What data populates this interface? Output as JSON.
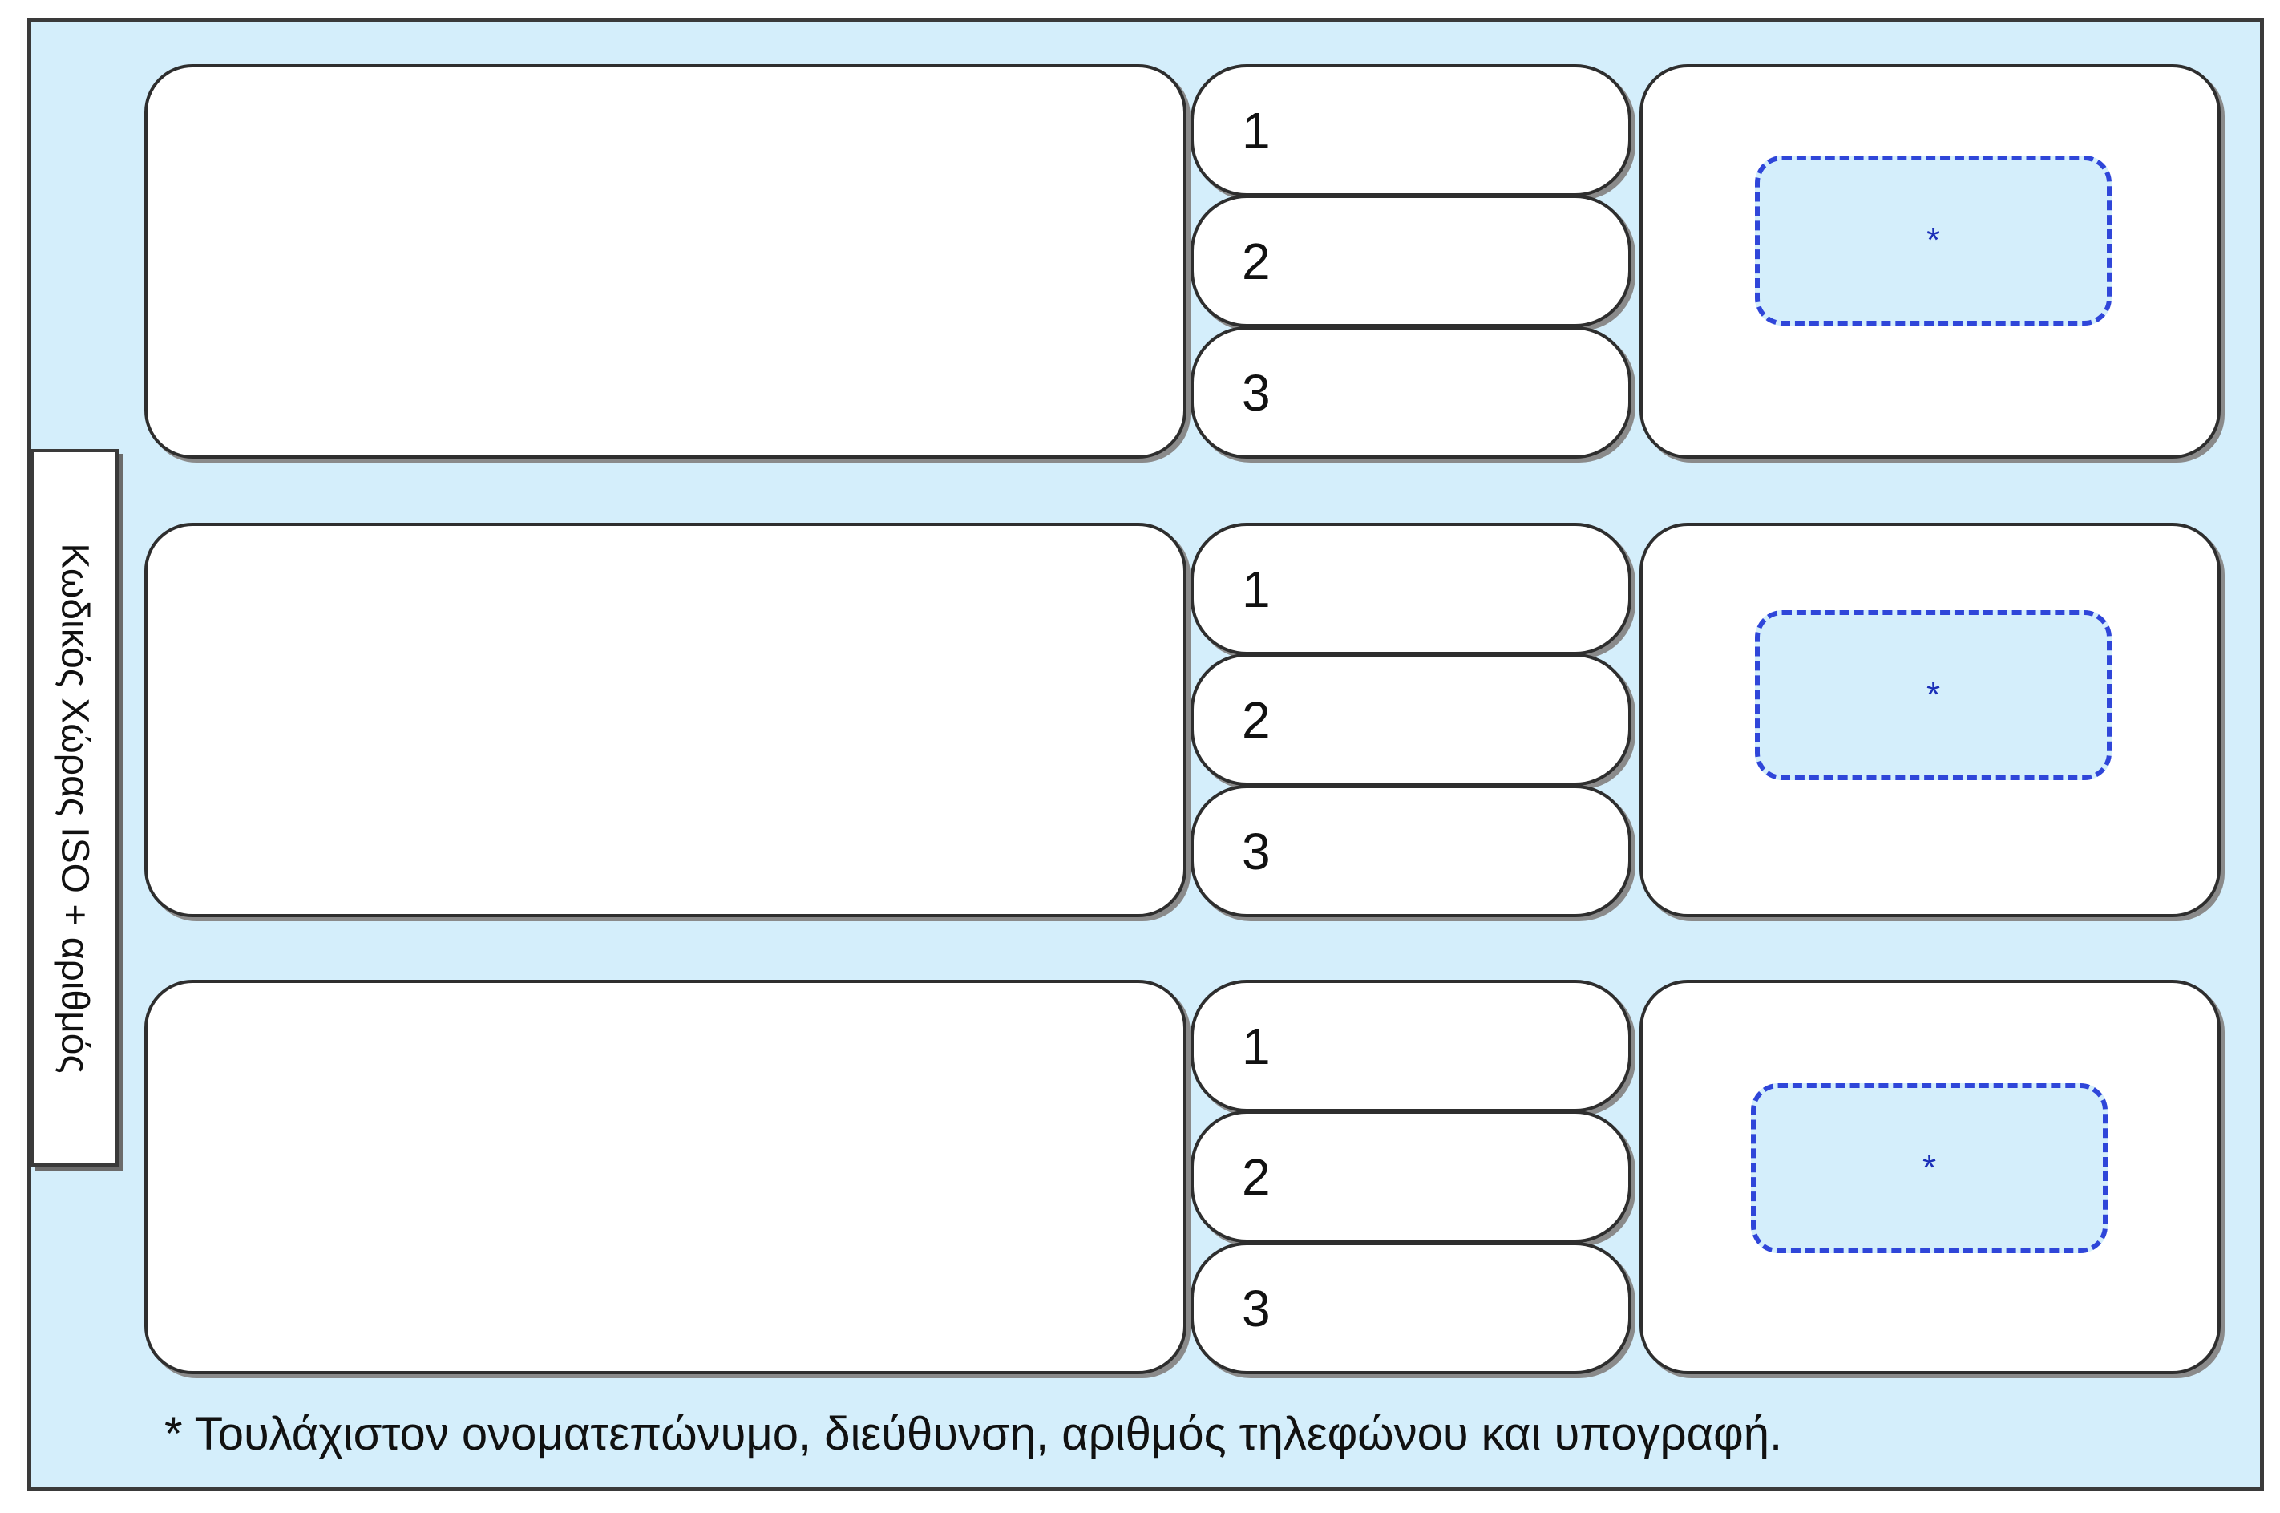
{
  "side_label": "Κωδικός Χώρας ISO + αριθμός",
  "rows": [
    {
      "numbers": [
        "1",
        "2",
        "3"
      ],
      "note_marker": "*"
    },
    {
      "numbers": [
        "1",
        "2",
        "3"
      ],
      "note_marker": "*"
    },
    {
      "numbers": [
        "1",
        "2",
        "3"
      ],
      "note_marker": "*"
    }
  ],
  "footnote": "* Τουλάχιστον ονοματεπώνυμο, διεύθυνση, αριθμός τηλεφώνου και υπογραφή.",
  "colors": {
    "background": "#d4eefb",
    "dashed_border": "#2f46d9",
    "box_border": "#2e2e2e"
  }
}
